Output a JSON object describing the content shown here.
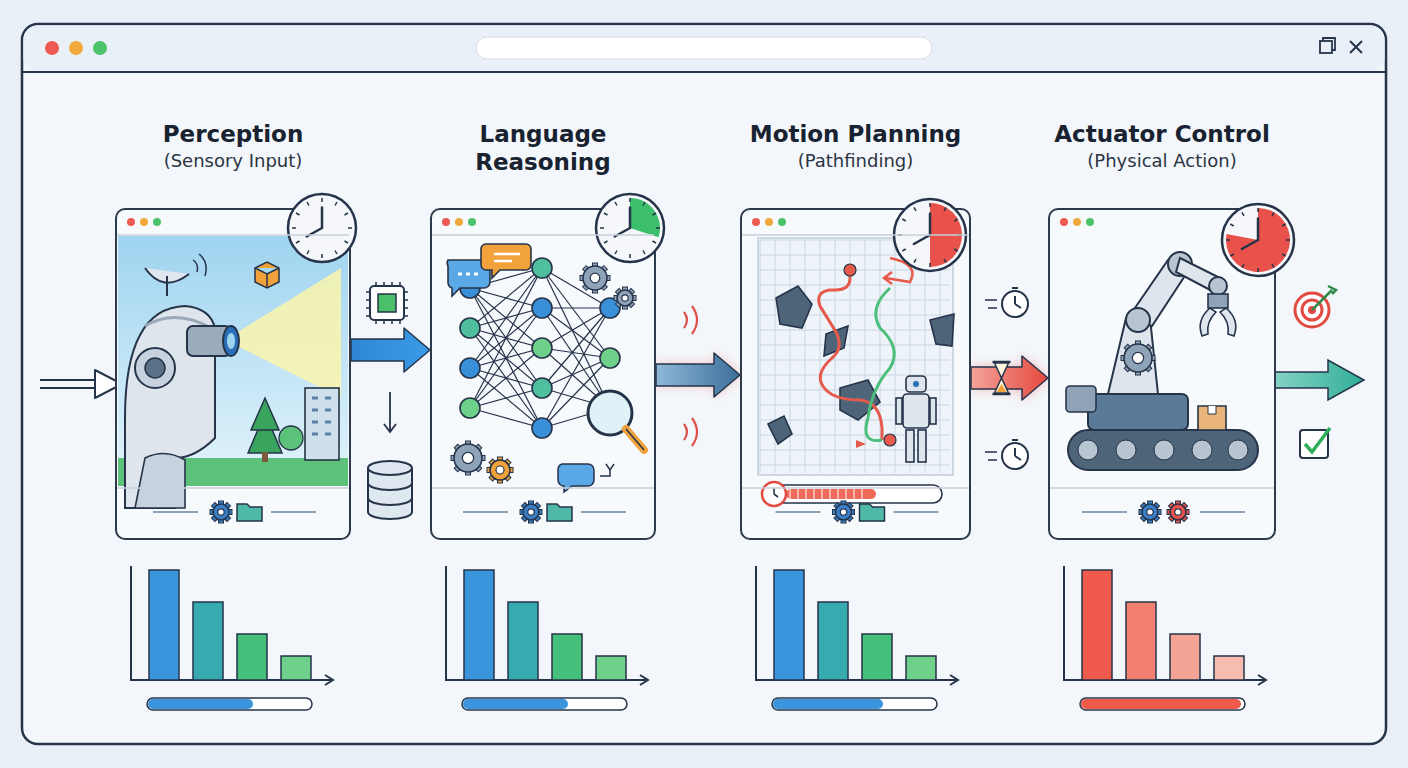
{
  "diagram": {
    "nodes": [
      {
        "text": [
          "Perception",
          "(Sensory Input)"
        ]
      },
      {
        "text": [
          "Language Reasoning"
        ]
      },
      {
        "text": [
          "Motion Planning",
          "(Pathfinding)"
        ]
      },
      {
        "text": [
          "Actuator Control",
          "(Physical Action)"
        ]
      }
    ],
    "edges": [
      {
        "from": 0,
        "to": 1,
        "arrow": "to"
      },
      {
        "from": 1,
        "to": 2,
        "arrow": "to"
      },
      {
        "from": 2,
        "to": 3,
        "arrow": "to"
      }
    ]
  }
}
